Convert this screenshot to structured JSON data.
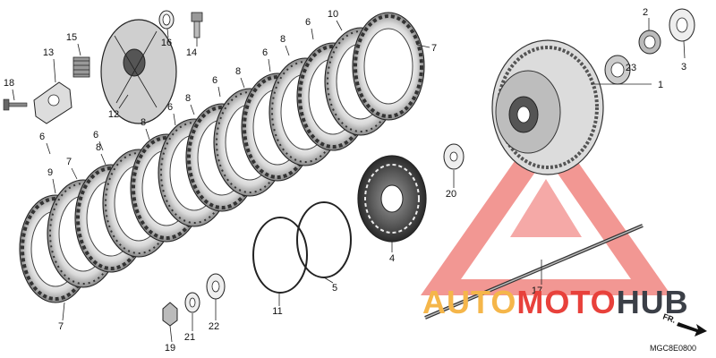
{
  "diagram_code": "MGC8E0800",
  "direction_label": "FR.",
  "watermark": {
    "parts": [
      "AUTO",
      "MOTO",
      "HUB"
    ],
    "colors": {
      "auto": "#f5b64a",
      "moto": "#e8413b",
      "hub": "#3b3f47",
      "triangle": "#e8413b"
    }
  },
  "callouts": [
    "1",
    "2",
    "3",
    "4",
    "5",
    "6",
    "7",
    "8",
    "9",
    "10",
    "11",
    "12",
    "13",
    "14",
    "15",
    "16",
    "17",
    "18",
    "19",
    "20",
    "21",
    "22",
    "23"
  ]
}
